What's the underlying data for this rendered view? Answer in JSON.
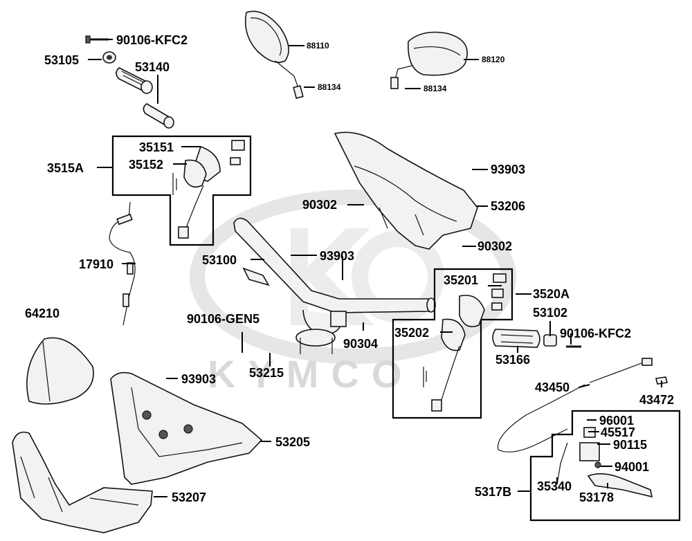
{
  "watermark": "KYMCO",
  "labels": {
    "p90106_kfc2_top": "90106-KFC2",
    "p53105": "53105",
    "p53140": "53140",
    "p88110": "88110",
    "p88134_l": "88134",
    "p88120": "88120",
    "p88134_r": "88134",
    "p3515a": "3515A",
    "p35151": "35151",
    "p35152": "35152",
    "p93903_a": "93903",
    "p90302_a": "90302",
    "p53206": "53206",
    "p90302_b": "90302",
    "p17910": "17910",
    "p53100": "53100",
    "p93903_b": "93903",
    "p35201": "35201",
    "p3520a": "3520A",
    "p53102": "53102",
    "p64210": "64210",
    "p90106_gen5": "90106-GEN5",
    "p90304": "90304",
    "p35202": "35202",
    "p90106_kfc2_r": "90106-KFC2",
    "p53215": "53215",
    "p53166": "53166",
    "p93903_c": "93903",
    "p43450": "43450",
    "p43472": "43472",
    "p96001": "96001",
    "p45517": "45517",
    "p90115": "90115",
    "p53205": "53205",
    "p94001": "94001",
    "p5317b": "5317B",
    "p35340": "35340",
    "p53178": "53178",
    "p53207": "53207"
  }
}
